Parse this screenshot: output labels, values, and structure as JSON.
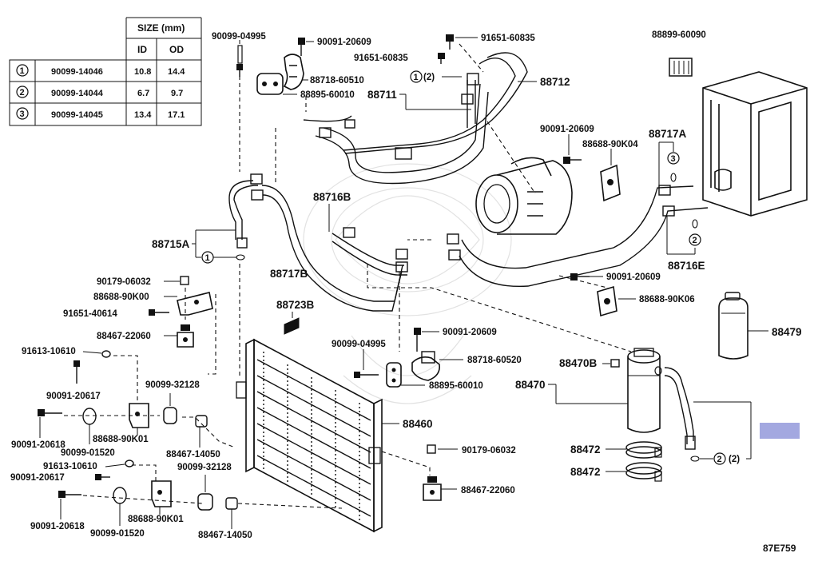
{
  "size_table": {
    "header_size": "SIZE (mm)",
    "header_id": "ID",
    "header_od": "OD",
    "rows": [
      {
        "num": "1",
        "part": "90099-14046",
        "id": "10.8",
        "od": "14.4"
      },
      {
        "num": "2",
        "part": "90099-14044",
        "id": "6.7",
        "od": "9.7"
      },
      {
        "num": "3",
        "part": "90099-14045",
        "id": "13.4",
        "od": "17.1"
      }
    ]
  },
  "labels": {
    "p90099_04995_top": "90099-04995",
    "p90091_20609_top": "90091-20609",
    "p91651_60835_a": "91651-60835",
    "p91651_60835_b": "91651-60835",
    "p88718_60510": "88718-60510",
    "p88895_60010_top": "88895-60010",
    "p88711": "88711",
    "p88711_qty": "(2)",
    "p88711_circle": "1",
    "p88712": "88712",
    "p88899_60090": "88899-60090",
    "p90091_20609_mid": "90091-20609",
    "p88688_90K04": "88688-90K04",
    "p88717A": "88717A",
    "p88717A_circle": "3",
    "p88716B": "88716B",
    "p88715A": "88715A",
    "p88715A_circle": "1",
    "p88717B": "88717B",
    "p88716E": "88716E",
    "p88716E_circle": "2",
    "p90091_20609_right": "90091-20609",
    "p88688_90K06": "88688-90K06",
    "p90179_06032_top": "90179-06032",
    "p88688_90K00": "88688-90K00",
    "p91651_40614": "91651-40614",
    "p88467_22060_top": "88467-22060",
    "p88723B": "88723B",
    "p88479": "88479",
    "p91613_10610_top": "91613-10610",
    "p90091_20617_top": "90091-20617",
    "p90099_32128_top": "90099-32128",
    "p90091_20609_cond": "90091-20609",
    "p90099_04995_cond": "90099-04995",
    "p88718_60520": "88718-60520",
    "p88895_60010_cond": "88895-60010",
    "p88470B": "88470B",
    "p88470": "88470",
    "p88460": "88460",
    "p90091_20618_top": "90091-20618",
    "p88688_90K01_top": "88688-90K01",
    "p90099_01520_top": "90099-01520",
    "p88467_14050_top": "88467-14050",
    "p90179_06032_bottom": "90179-06032",
    "p88472_a": "88472",
    "p88472_b": "88472",
    "p91613_10610_bottom": "91613-10610",
    "p90091_20617_bottom": "90091-20617",
    "p90099_32128_bottom": "90099-32128",
    "p88467_22060_bottom": "88467-22060",
    "p90091_20618_bottom": "90091-20618",
    "p88688_90K01_bottom": "88688-90K01",
    "p90099_01520_bottom": "90099-01520",
    "p88467_14050_bottom": "88467-14050",
    "p_hose_circle": "2",
    "p_hose_qty": "(2)",
    "p88711_bracket_qty": "(2)",
    "diagram_code": "87E759"
  },
  "colors": {
    "highlight": "#a3a8e0",
    "ink": "#111111",
    "watermark": "#e2e2e2"
  }
}
